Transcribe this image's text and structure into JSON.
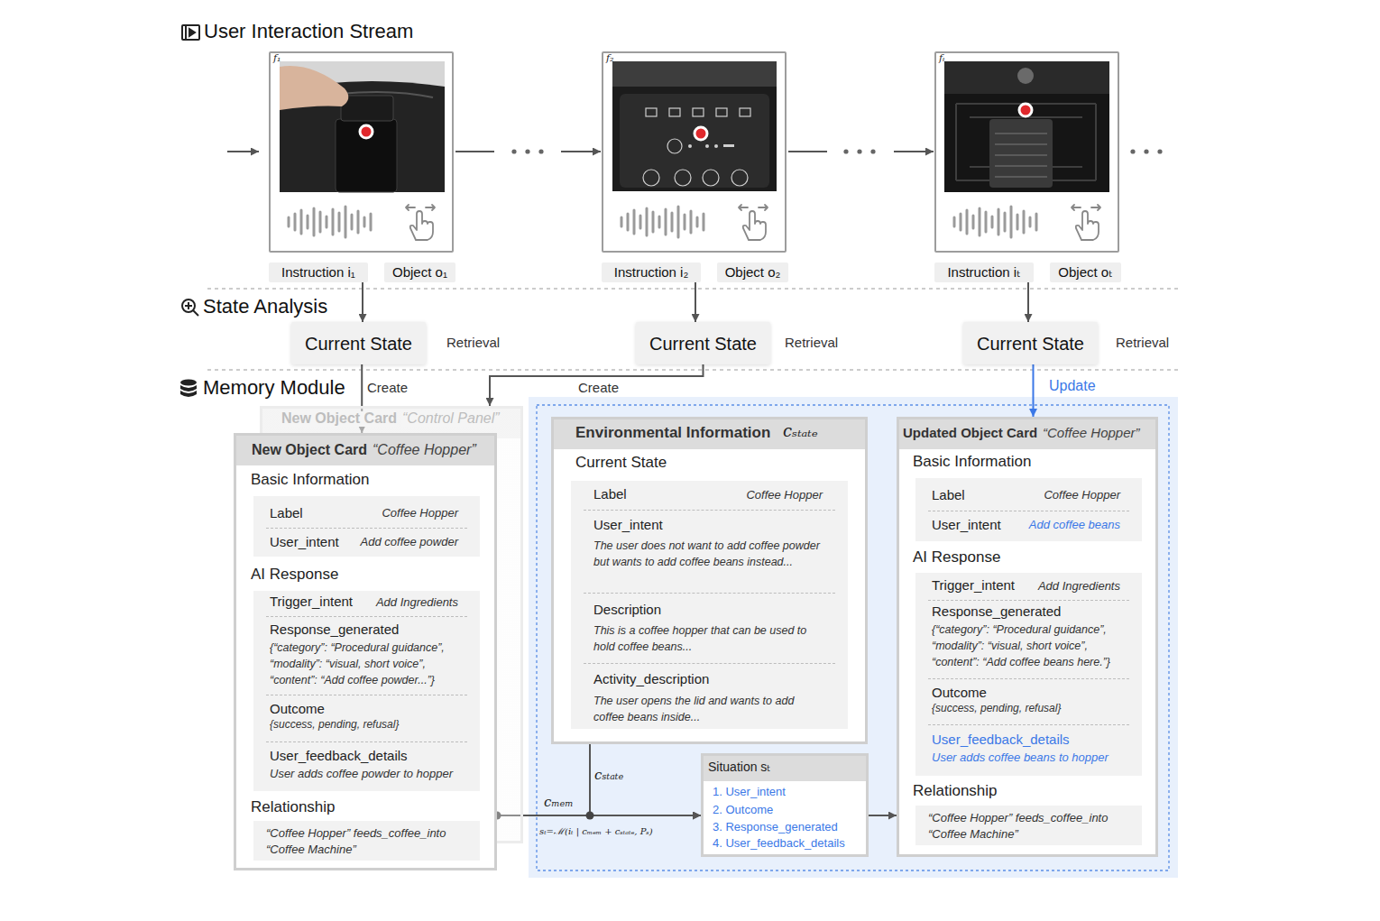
{
  "diagram": {
    "nodes": [
      {
        "text": [
          "f₁"
        ]
      },
      {
        "text": [
          "Instruction i₁"
        ]
      },
      {
        "text": [
          "Object o₁"
        ]
      },
      {
        "text": [
          "f₂"
        ]
      },
      {
        "text": [
          "Instruction i₂"
        ]
      },
      {
        "text": [
          "Object o₂"
        ]
      },
      {
        "text": [
          "fₜ"
        ]
      },
      {
        "text": [
          "Instruction iₜ"
        ]
      },
      {
        "text": [
          "Object oₜ"
        ]
      },
      {
        "text": [
          "Current State"
        ]
      },
      {
        "text": [
          "Current State"
        ]
      },
      {
        "text": [
          "Current State"
        ]
      },
      {
        "text": [
          "New Object Card",
          "“Control Panel”"
        ]
      },
      {
        "text": [
          "New Object Card",
          "“Coffee Hopper”"
        ]
      },
      {
        "text": [
          "Basic Information",
          "Label",
          "Coffee Hopper",
          "User_intent",
          "Add coffee powder"
        ],
        "in": 13
      },
      {
        "text": [
          "AI Response",
          "Trigger_intent",
          "Add Ingredients",
          "Response_generated",
          "{“category”: “Procedural guidance”, “modality”: “visual, short voice”, “content”: “Add coffee powder...”}",
          "Outcome",
          "{success, pending, refusal}",
          "User_feedback_details",
          "User adds coffee powder to hopper"
        ],
        "in": 13
      },
      {
        "text": [
          "Relationship",
          "“Coffee Hopper” feeds_coffee_into “Coffee Machine”"
        ],
        "in": 13
      },
      {
        "text": [
          "Environmental Information",
          "cₛₜₐₜₑ"
        ]
      },
      {
        "text": [
          "Current State",
          "Label",
          "Coffee Hopper",
          "User_intent",
          "The user does not want to add coffee powder but wants to add coffee beans instead...",
          "Description",
          "This is a coffee hopper that can be used to hold coffee beans...",
          "Activity_description",
          "The user opens the lid and wants to add coffee beans inside..."
        ],
        "in": 17
      },
      {
        "text": [
          "Situation sₜ",
          "1. User_intent",
          "2. Outcome",
          "3. Response_generated",
          "4. User_feedback_details"
        ]
      },
      {
        "text": [
          "Updated Object Card",
          "“Coffee Hopper”"
        ]
      },
      {
        "text": [
          "Basic Information",
          "Label",
          "Coffee Hopper",
          "User_intent",
          "Add coffee beans"
        ],
        "in": 20
      },
      {
        "text": [
          "AI Response",
          "Trigger_intent",
          "Add Ingredients",
          "Response_generated",
          "{“category”: “Procedural guidance”, “modality”: “visual, short voice”, “content”: “Add coffee beans here.”}",
          "Outcome",
          "{success, pending, refusal}",
          "User_feedback_details",
          "User adds coffee beans to hopper"
        ],
        "in": 20
      },
      {
        "text": [
          "Relationship",
          "“Coffee Hopper” feeds_coffee_into “Coffee Machine”"
        ],
        "in": 20
      }
    ],
    "edges": [
      {
        "from": 0,
        "to": 3,
        "arrow": "to"
      },
      {
        "from": 3,
        "to": 6,
        "arrow": "to"
      },
      {
        "from": 1,
        "to": 9,
        "arrow": "to"
      },
      {
        "from": 4,
        "to": 10,
        "arrow": "to"
      },
      {
        "from": 7,
        "to": 11,
        "arrow": "to"
      },
      {
        "from": 9,
        "to": 13,
        "label": "Create",
        "arrow": "to"
      },
      {
        "from": 10,
        "to": 12,
        "label": "Create",
        "arrow": "to"
      },
      {
        "from": 11,
        "to": 20,
        "label": "Update",
        "arrow": "to"
      },
      {
        "from": 13,
        "to": 19,
        "label": "cₘₑₘ",
        "arrow": "to"
      },
      {
        "from": 17,
        "to": 19,
        "label": "cₛₜₐₜₑ",
        "arrow": "to"
      },
      {
        "from": 19,
        "to": 20,
        "arrow": "to"
      }
    ],
    "labels": [
      "User Interaction Stream",
      "State Analysis",
      "Memory Module",
      "Retrieval",
      "Retrieval",
      "Retrieval",
      "sₜ=ℳ(iₜ | cₘₑₘ + cₛₜₐₜₑ, Pₛ)"
    ]
  }
}
